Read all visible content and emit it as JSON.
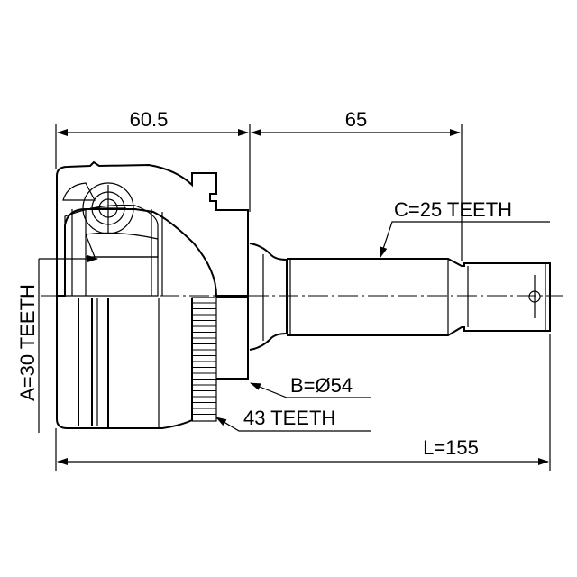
{
  "drawing": {
    "title": "CV joint outer",
    "dimensions": {
      "housing_length": "60.5",
      "shaft_length": "65",
      "total_length": "L=155"
    },
    "labels": {
      "inner_spline": "A=30 TEETH",
      "outer_spline": "C=25 TEETH",
      "seal_diameter": "B=Ø54",
      "abs_ring": "43 TEETH"
    },
    "colors": {
      "line": "#000000",
      "background": "#ffffff"
    }
  }
}
